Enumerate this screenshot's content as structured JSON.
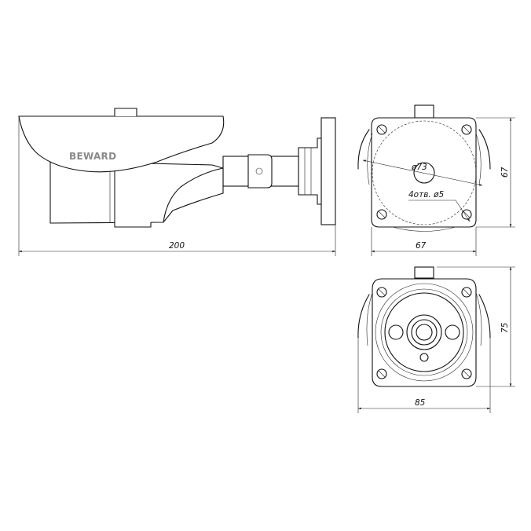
{
  "brand_logo": "BEWARD",
  "dimensions": {
    "side_length": "200",
    "back_width": "67",
    "back_height": "67",
    "back_circle_diameter": "ø73",
    "back_holes": "4отв. ø5",
    "front_width": "85",
    "front_height": "75"
  }
}
